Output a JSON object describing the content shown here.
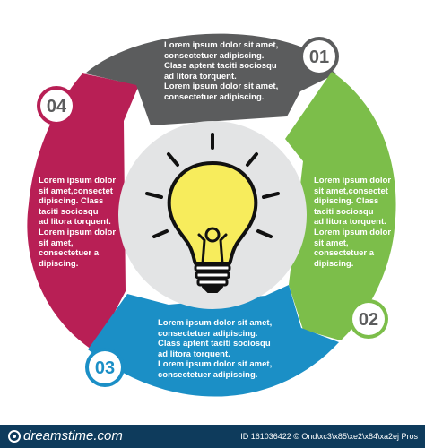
{
  "segments": [
    {
      "number": "01",
      "color": "#5b5c5d",
      "text": "Lorem ipsum dolor sit amet,\nconsectetuer adipiscing.\nClass aptent taciti sociosqu\nad litora torquent.\nLorem ipsum dolor sit amet,\nconsectetuer adipiscing."
    },
    {
      "number": "02",
      "color": "#7cbe4a",
      "text": "Lorem ipsum dolor\nsit amet,consectet\ndipiscing. Class\ntaciti sociosqu\nad litora torquent.\nLorem ipsum dolor\nsit amet,\nconsectetuer a\ndipiscing."
    },
    {
      "number": "03",
      "color": "#1b8fc6",
      "text": "Lorem ipsum dolor sit amet,\nconsectetuer adipiscing.\nClass aptent taciti sociosqu\nad litora torquent.\nLorem ipsum dolor sit amet,\nconsectetuer adipiscing."
    },
    {
      "number": "04",
      "color": "#b81f55",
      "text": "Lorem ipsum dolor\nsit amet,consectet\ndipiscing. Class\ntaciti sociosqu\nad litora torquent.\nLorem ipsum dolor\nsit amet,\nconsectetuer a\ndipiscing."
    }
  ],
  "center_icon": "light-bulb-icon",
  "footer": {
    "brand": "dreamstime.com",
    "id_text": "ID 161036422 © Ond\\xc3\\x85\\xe2\\x84\\xa2ej Pros"
  },
  "colors": {
    "footer": "#0e3b5c",
    "center_circle": "#e3e4e5",
    "bulb": "#f7ec5c"
  }
}
